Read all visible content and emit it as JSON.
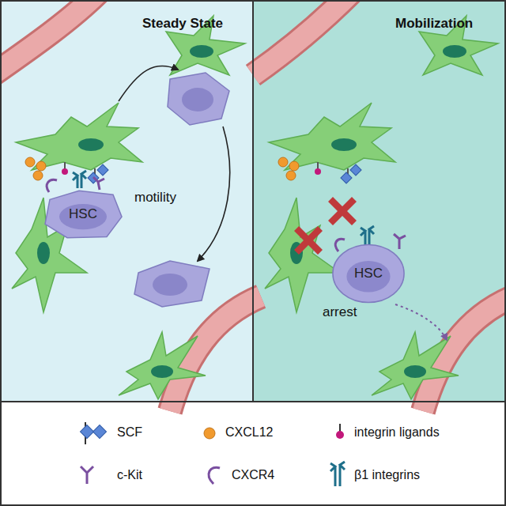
{
  "diagram": {
    "nodes": [
      {
        "text": [
          "Steady State"
        ]
      },
      {
        "text": [
          "HSC"
        ],
        "in": 0
      },
      {
        "text": [
          "Mobilization"
        ]
      },
      {
        "text": [
          "HSC"
        ],
        "in": 2
      }
    ],
    "labels": [
      "motility",
      "arrest"
    ],
    "legend": [
      {
        "text": "SCF"
      },
      {
        "text": "CXCL12"
      },
      {
        "text": "integrin ligands"
      },
      {
        "text": "c-Kit"
      },
      {
        "text": "CXCR4"
      },
      {
        "text": "β1 integrins"
      }
    ]
  }
}
